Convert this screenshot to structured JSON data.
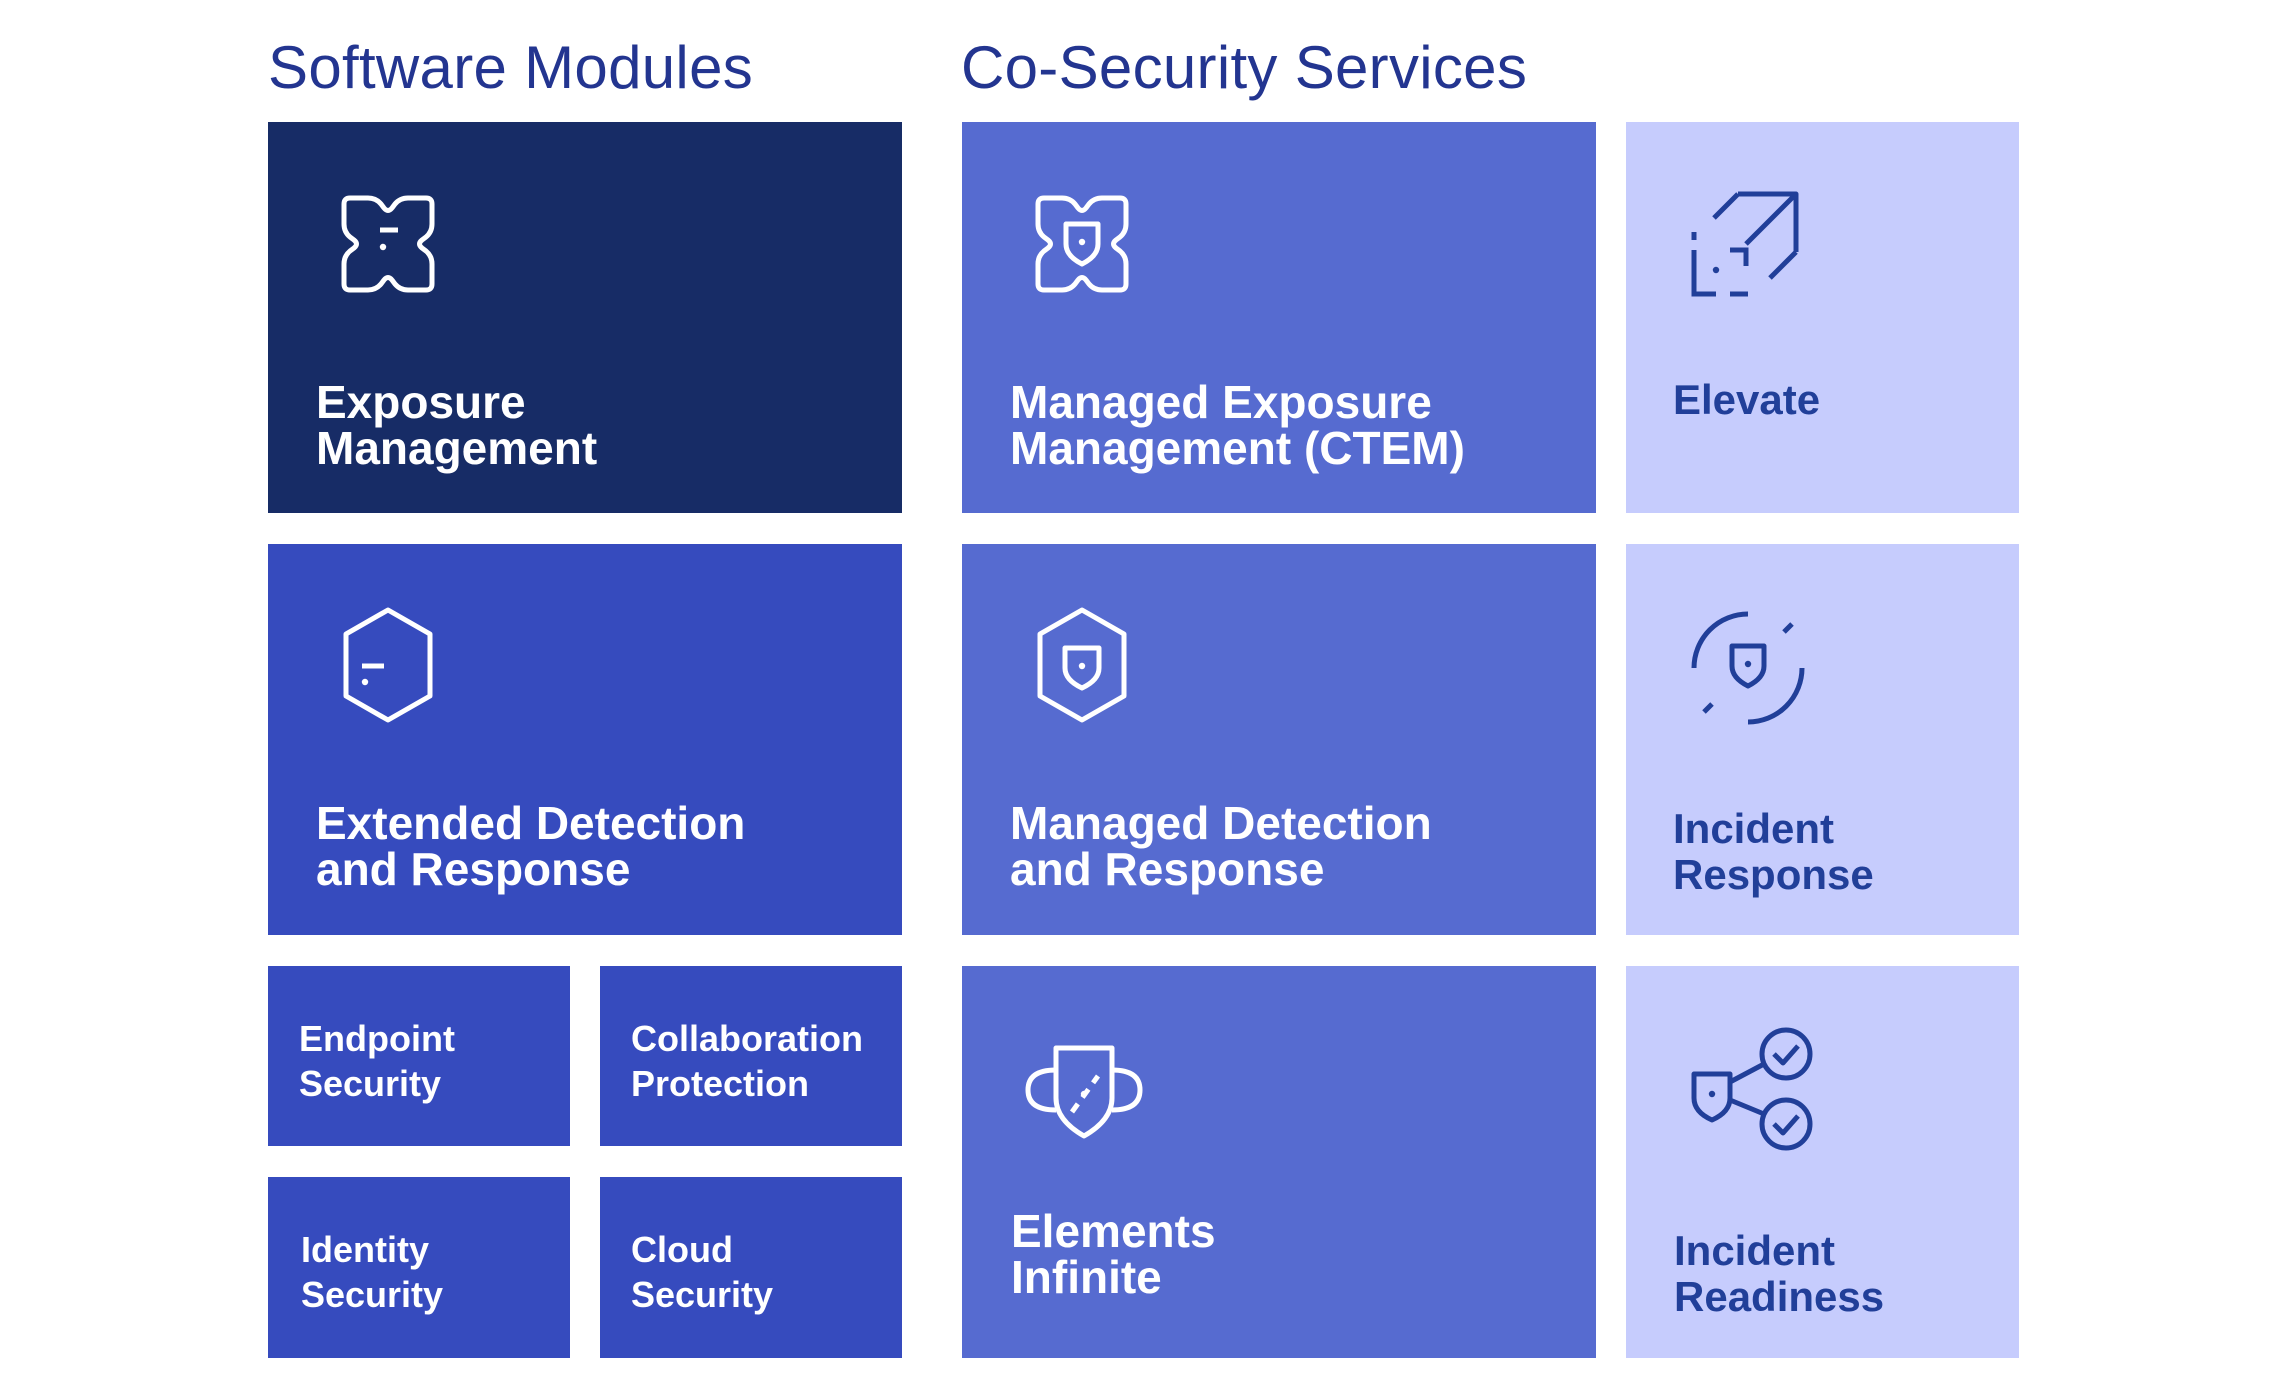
{
  "headings": {
    "software_modules": "Software Modules",
    "co_security_services": "Co-Security Services"
  },
  "software_modules": {
    "exposure_management": {
      "line1": "Exposure",
      "line2": "Management",
      "icon": "exposure-x-icon",
      "color": "#172c66"
    },
    "xdr": {
      "line1": "Extended Detection",
      "line2": "and Response",
      "icon": "hexagon-badge-icon",
      "color": "#364bbe"
    },
    "endpoint_security": {
      "line1": "Endpoint",
      "line2": "Security"
    },
    "collaboration_protection": {
      "line1": "Collaboration",
      "line2": "Protection"
    },
    "identity_security": {
      "line1": "Identity",
      "line2": "Security"
    },
    "cloud_security": {
      "line1": "Cloud",
      "line2": "Security"
    }
  },
  "co_security_services": {
    "managed_exposure": {
      "line1": "Managed Exposure",
      "line2": "Management (CTEM)",
      "icon": "shield-x-icon",
      "color": "#566bd0"
    },
    "managed_detection": {
      "line1": "Managed Detection",
      "line2": "and Response",
      "icon": "hexagon-shield-icon",
      "color": "#566bd0"
    },
    "elements_infinite": {
      "line1": "Elements",
      "line2": "Infinite",
      "icon": "infinite-shield-icon",
      "color": "#566bd0"
    },
    "elevate": {
      "line1": "Elevate",
      "icon": "elevate-arrow-icon",
      "color": "#c6ccfd"
    },
    "incident_response": {
      "line1": "Incident",
      "line2": "Response",
      "icon": "shield-target-icon",
      "color": "#c6ccfd"
    },
    "incident_readiness": {
      "line1": "Incident",
      "line2": "Readiness",
      "icon": "shield-checks-icon",
      "color": "#c6ccfd"
    }
  }
}
